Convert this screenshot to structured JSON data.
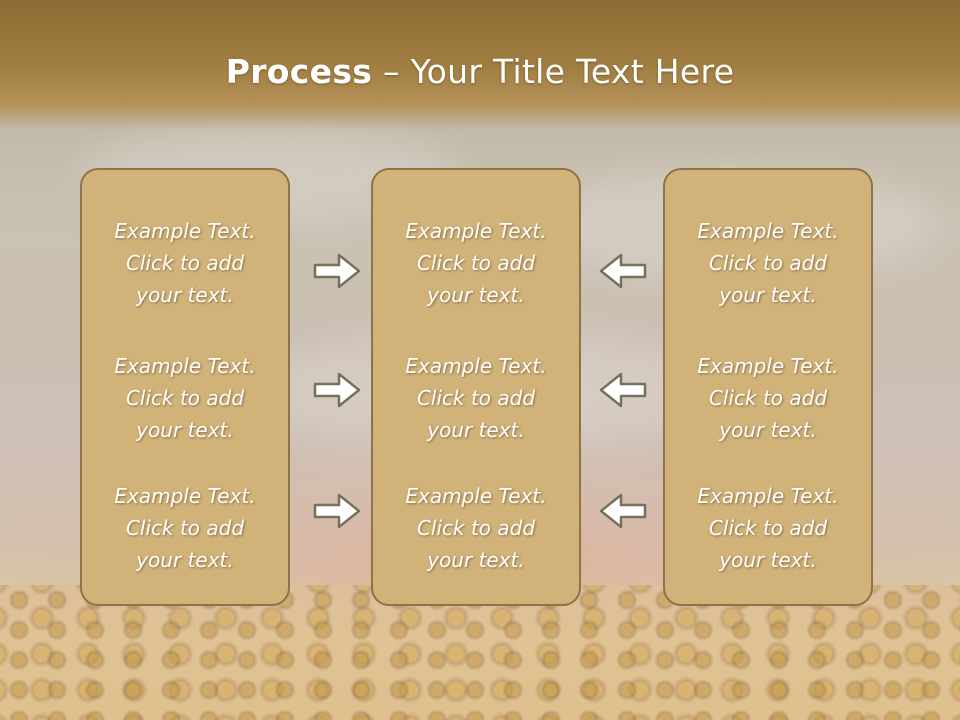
{
  "title": {
    "bold": "Process",
    "rest": " – Your Title Text Here"
  },
  "colors": {
    "title_bar": "#a07d40",
    "card_fill": "#d1b279",
    "card_border": "#8e7349",
    "arrow_fill": "#ffffff",
    "arrow_stroke": "#77705f"
  },
  "cards": [
    {
      "items": [
        {
          "line1": "Example Text.",
          "line2": "Click  to add",
          "line3": "your text."
        },
        {
          "line1": "Example Text.",
          "line2": "Click  to add",
          "line3": "your text."
        },
        {
          "line1": "Example Text.",
          "line2": "Click  to add",
          "line3": "your text."
        }
      ]
    },
    {
      "items": [
        {
          "line1": "Example Text.",
          "line2": "Click  to add",
          "line3": "your text."
        },
        {
          "line1": "Example Text.",
          "line2": "Click  to add",
          "line3": "your text."
        },
        {
          "line1": "Example Text.",
          "line2": "Click  to add",
          "line3": "your text."
        }
      ]
    },
    {
      "items": [
        {
          "line1": "Example Text.",
          "line2": "Click  to add",
          "line3": "your text."
        },
        {
          "line1": "Example Text.",
          "line2": "Click  to add",
          "line3": "your text."
        },
        {
          "line1": "Example Text.",
          "line2": "Click  to add",
          "line3": "your text."
        }
      ]
    }
  ],
  "arrows": {
    "left_group": "arrow-right-icon",
    "right_group": "arrow-left-icon"
  }
}
